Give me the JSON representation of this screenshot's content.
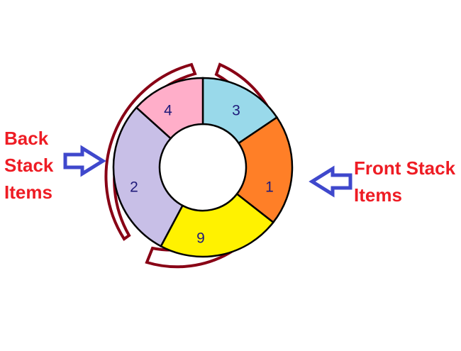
{
  "ring": {
    "segments": [
      {
        "value": "3",
        "color": "#99d9ea"
      },
      {
        "value": "1",
        "color": "#ff7f27"
      },
      {
        "value": "9",
        "color": "#fff200"
      },
      {
        "value": "2",
        "color": "#c8bfe7"
      },
      {
        "value": "4",
        "color": "#ffaec9"
      }
    ],
    "outline_color": "#000000"
  },
  "brackets": {
    "color": "#880015"
  },
  "arrows": {
    "color": "#3f48cc"
  },
  "labels": {
    "back": [
      "Back",
      "Stack",
      "Items"
    ],
    "front": [
      "Front Stack",
      "Items"
    ],
    "color": "#ee1c24"
  }
}
